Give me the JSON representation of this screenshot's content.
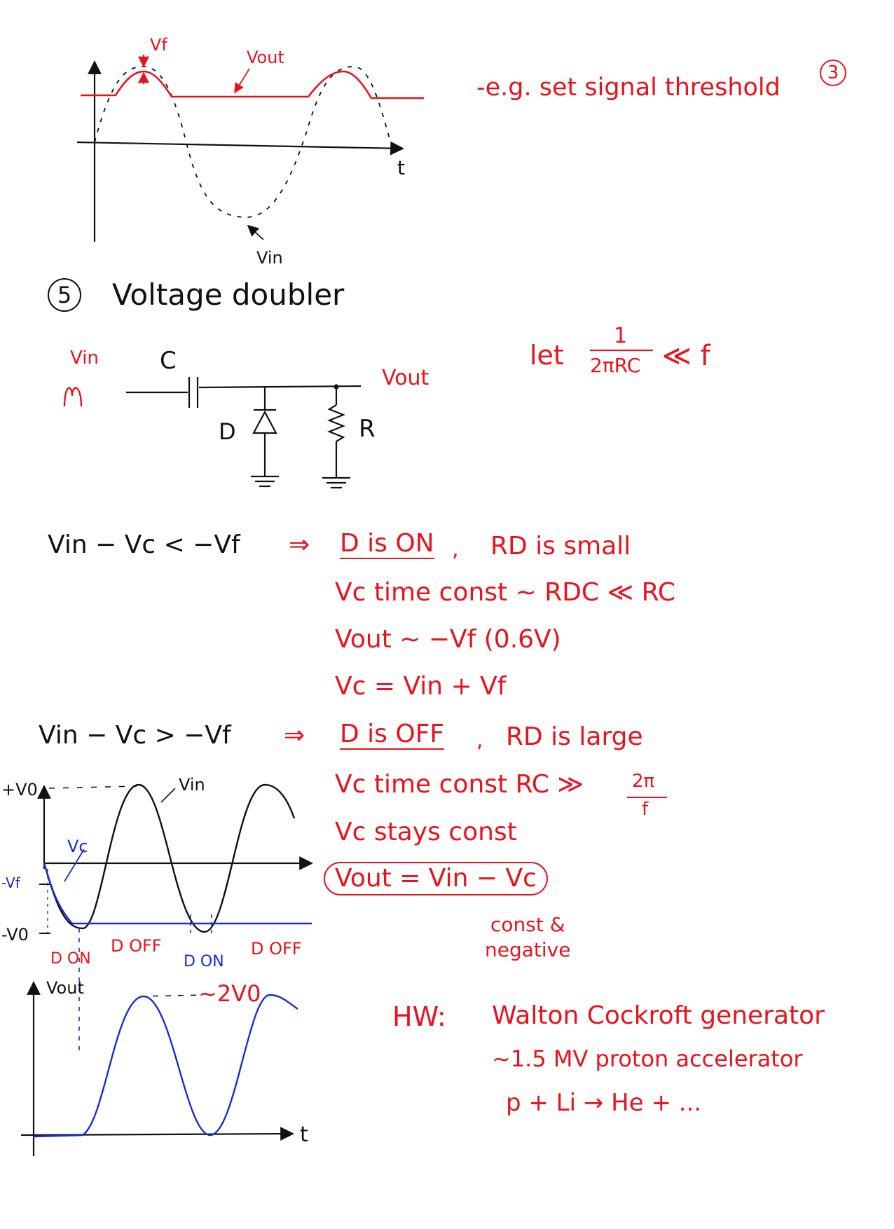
{
  "colors": {
    "ink": "#111111",
    "red": "#e5141f",
    "blue": "#1a2ccc"
  },
  "section3": {
    "page_number": "3",
    "note": "-e.g. set signal threshold",
    "labels": {
      "vf": "Vf",
      "vout": "Vout",
      "t": "t",
      "vin": "Vin"
    }
  },
  "section5": {
    "number": "5",
    "title": "Voltage doubler",
    "circuit": {
      "vin": "Vin",
      "c": "C",
      "d": "D",
      "r": "R",
      "vout": "Vout"
    },
    "let": {
      "word": "let",
      "num": "1",
      "den": "2πRC",
      "rel": "≪ f"
    },
    "cond_on": "Vin − Vc < −Vf",
    "on_lines": [
      "⇒",
      "D is ON",
      ",",
      "RD is small",
      "Vc time const  ~ RDC ≪ RC",
      "Vout ~ −Vf (0.6V)",
      "Vc = Vin + Vf"
    ],
    "cond_off": "Vin − Vc > −Vf",
    "off_lines": [
      "⇒",
      "D is OFF",
      ",",
      "RD is large",
      "Vc time const   RC ≫",
      "2π",
      "f",
      "Vc stays const",
      "Vout = Vin − Vc",
      "const &",
      "negative"
    ],
    "graph1": {
      "pv0": "+V0",
      "mvf": "-Vf",
      "mv0": "-V0",
      "vin": "Vin",
      "vc": "Vc",
      "don1": "D ON",
      "doff1": "D OFF",
      "don2": "D ON",
      "doff2": "D OFF"
    },
    "graph2": {
      "vout": "Vout",
      "peak": "~2V0",
      "t": "t"
    },
    "hw": {
      "label": "HW:",
      "lines": [
        "Walton Cockroft generator",
        "~1.5 MV proton accelerator",
        "p + Li → He + ..."
      ]
    }
  }
}
